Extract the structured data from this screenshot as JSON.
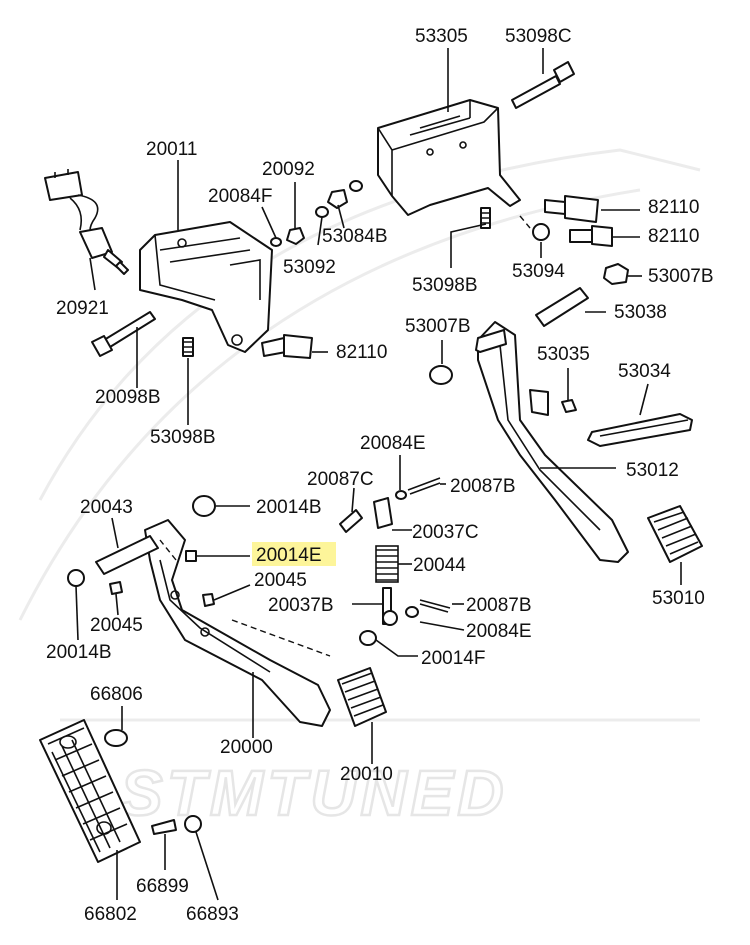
{
  "watermark": {
    "text": "STMTUNED",
    "color": "#e6e6e6"
  },
  "highlight_color": "#fdf59a",
  "highlighted_part": "20014E",
  "labels": {
    "53305": "53305",
    "53098C": "53098C",
    "20011": "20011",
    "20092": "20092",
    "20084F": "20084F",
    "82110_a": "82110",
    "82110_b": "82110",
    "82110_c": "82110",
    "53084B": "53084B",
    "53092": "53092",
    "53094": "53094",
    "53007B_a": "53007B",
    "53007B_b": "53007B",
    "53098B_a": "53098B",
    "53098B_b": "53098B",
    "53038": "53038",
    "20921": "20921",
    "20098B": "20098B",
    "53035": "53035",
    "53034": "53034",
    "20084E_a": "20084E",
    "20084E_b": "20084E",
    "53012": "53012",
    "20087C": "20087C",
    "20087B_a": "20087B",
    "20087B_b": "20087B",
    "20043": "20043",
    "20014B_a": "20014B",
    "20014B_b": "20014B",
    "20037C": "20037C",
    "20014E": "20014E",
    "20044": "20044",
    "53010": "53010",
    "20045_a": "20045",
    "20045_b": "20045",
    "20037B": "20037B",
    "20014F": "20014F",
    "66806": "66806",
    "20000": "20000",
    "20010": "20010",
    "66899": "66899",
    "66802": "66802",
    "66893": "66893"
  }
}
